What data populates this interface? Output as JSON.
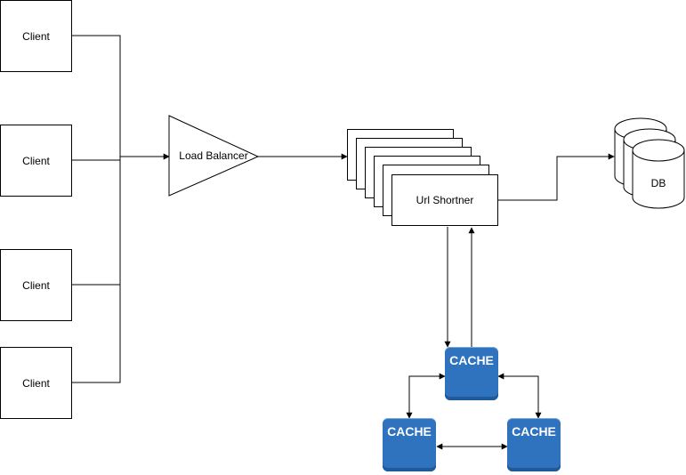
{
  "clients": [
    "Client",
    "Client",
    "Client",
    "Client"
  ],
  "load_balancer": {
    "label": "Load Balancer"
  },
  "service": {
    "label": "Url Shortner"
  },
  "database": {
    "label": "DB"
  },
  "caches": [
    "CACHE",
    "CACHE",
    "CACHE"
  ],
  "colors": {
    "cache_fill": "#2f72bd",
    "stroke": "#000000"
  }
}
